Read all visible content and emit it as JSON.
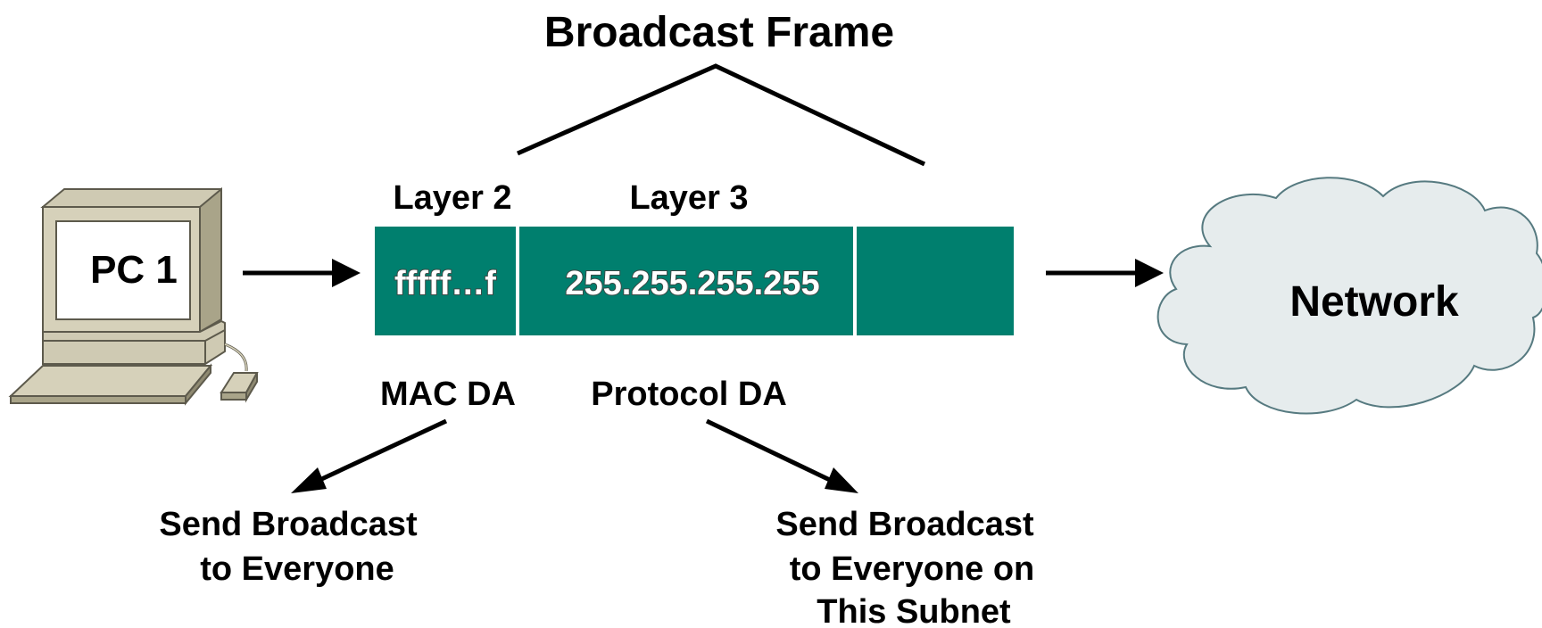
{
  "title": "Broadcast Frame",
  "pc": {
    "label": "PC 1"
  },
  "frame": {
    "layer2_label": "Layer 2",
    "layer3_label": "Layer 3",
    "mac_value": "fffff…f",
    "ip_value": "255.255.255.255",
    "color": "#007f6e",
    "mac_caption": "MAC DA",
    "protocol_caption": "Protocol DA"
  },
  "network": {
    "label": "Network",
    "cloud_color": "#e6eced"
  },
  "notes": {
    "mac_note": [
      "Send Broadcast",
      "to Everyone"
    ],
    "protocol_note": [
      "Send Broadcast",
      "to Everyone on",
      "This Subnet"
    ]
  },
  "icons": [
    "pc-icon",
    "cloud-icon",
    "arrow-icon"
  ]
}
